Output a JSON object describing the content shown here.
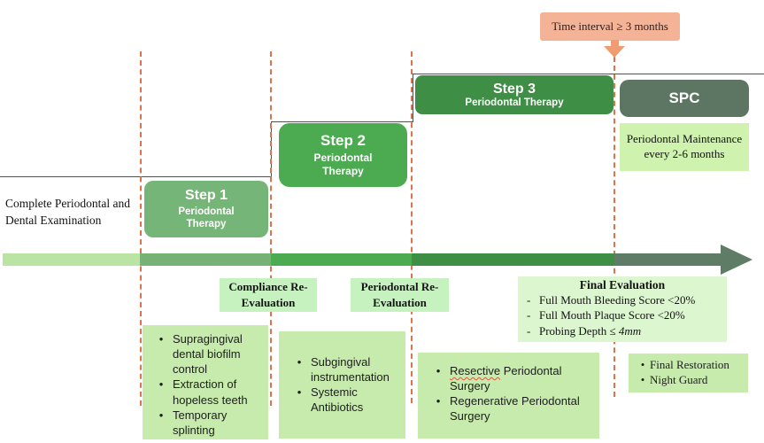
{
  "note": {
    "text": "Time interval ≥ 3 months"
  },
  "examination": "Complete Periodontal and Dental Examination",
  "steps": {
    "step1": {
      "title": "Step 1",
      "subtitle": "Periodontal Therapy"
    },
    "step2": {
      "title": "Step 2",
      "subtitle": "Periodontal Therapy"
    },
    "step3": {
      "title": "Step 3",
      "subtitle": "Periodontal Therapy"
    },
    "spc": {
      "title": "SPC",
      "note": "Periodontal Maintenance every 2-6 months"
    }
  },
  "evaluations": {
    "compliance": "Compliance Re-Evaluation",
    "periodontal": "Periodontal Re-Evaluation",
    "final": {
      "title": "Final Evaluation",
      "items": [
        "Full Mouth Bleeding Score <20%",
        "Full Mouth Plaque Score <20%"
      ],
      "probing": {
        "prefix": "Probing Depth ≤ ",
        "value": "4mm"
      }
    }
  },
  "treatments": {
    "step1": [
      "Supragingival dental biofilm control",
      "Extraction of hopeless teeth",
      "Temporary splinting"
    ],
    "step2": [
      "Subgingival instrumentation",
      "Systemic Antibiotics"
    ],
    "step3": {
      "item1": {
        "word": "Resective",
        "rest": " Periodontal Surgery"
      },
      "item2": "Regenerative Periodontal Surgery"
    },
    "spc": [
      "Final Restoration",
      "Night Guard"
    ]
  },
  "colors": {
    "step1_green": "#76b578",
    "step2_green": "#4cab51",
    "step3_green": "#3e8e45",
    "spc_sage": "#5c7663",
    "timeline_light": "#b9e4a4",
    "panel_green": "#c7ebad",
    "label_green": "#c6f2c0",
    "final_panel_green": "#dcf7d0",
    "note_salmon": "#f4b397",
    "dash_orange": "#e0714b"
  }
}
